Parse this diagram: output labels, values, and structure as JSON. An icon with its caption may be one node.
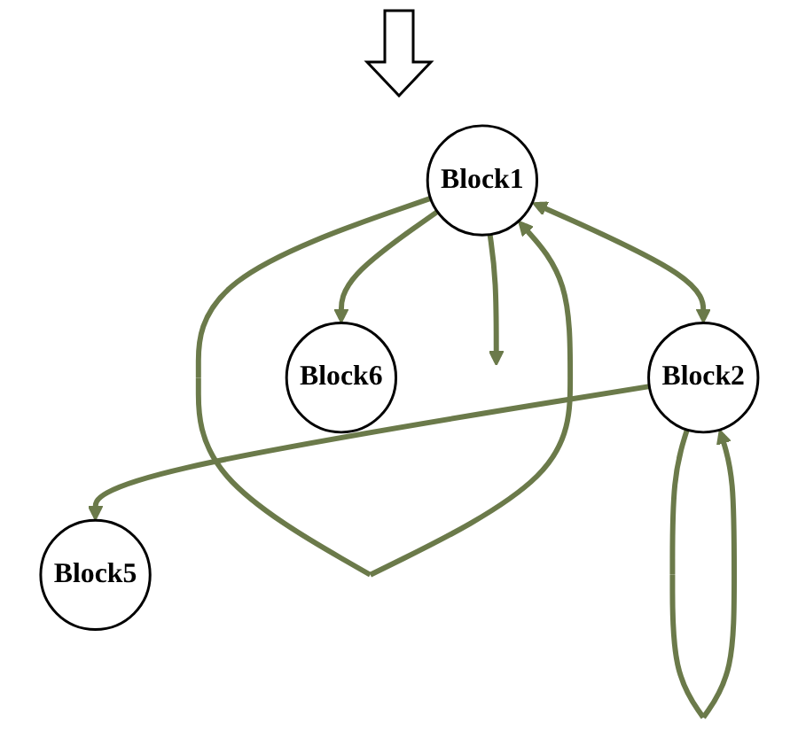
{
  "diagram": {
    "nodes": [
      {
        "text": [
          "Block1"
        ]
      },
      {
        "text": [
          "Block2"
        ]
      },
      {
        "text": [
          "Block6"
        ]
      },
      {
        "text": [
          "Block5"
        ]
      }
    ],
    "edges": [
      {
        "from": 0,
        "to": 0,
        "arrow": "to"
      },
      {
        "from": 1,
        "to": 1,
        "arrow": "to"
      },
      {
        "from": 0,
        "to": 1,
        "arrow": "both"
      },
      {
        "from": 0,
        "to": 2,
        "arrow": "to"
      },
      {
        "from": 0,
        "to": null,
        "arrow": "to"
      },
      {
        "from": 1,
        "to": 3,
        "arrow": "to"
      }
    ]
  }
}
